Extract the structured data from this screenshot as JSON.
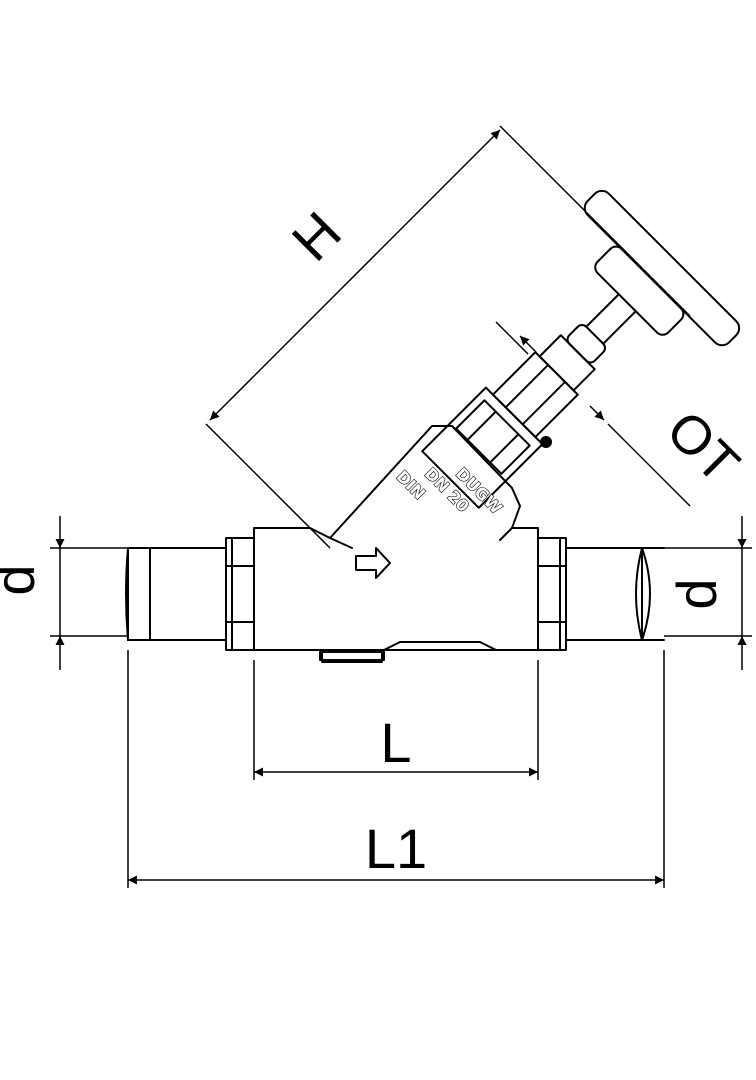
{
  "dimensions": {
    "h": "H",
    "ot": "OT",
    "d_left": "d",
    "d_right": "d",
    "l": "L",
    "l1": "L1"
  },
  "body_marking": {
    "line1": "DUGW",
    "line2": "DN 20",
    "line3": "DIN"
  },
  "colors": {
    "line": "#000000",
    "background": "#ffffff"
  }
}
